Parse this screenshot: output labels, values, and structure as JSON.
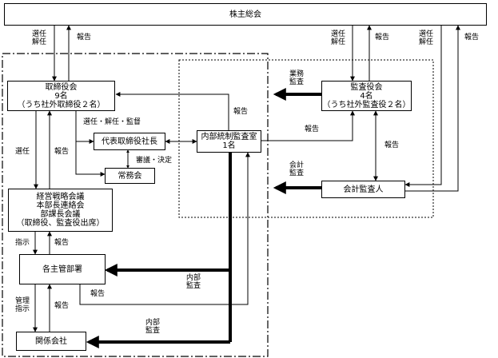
{
  "nodes": {
    "shareholders": {
      "label": "株主総会"
    },
    "board": {
      "line1": "取締役会",
      "line2": "9名",
      "line3": "（うち社外取締役２名）"
    },
    "president": {
      "label": "代表取締役社長"
    },
    "executive_committee": {
      "label": "常務会"
    },
    "strategy_meeting": {
      "line1": "経営戦略会議",
      "line2": "本部長連絡会",
      "line3": "部課長会議",
      "line4": "（取締役、監査役出席）"
    },
    "departments": {
      "label": "各主管部署"
    },
    "affiliates": {
      "label": "関係会社"
    },
    "audit_office": {
      "line1": "内部統制監査室",
      "line2": "1名"
    },
    "auditors": {
      "line1": "監査役会",
      "line2": "4名",
      "line3": "（うち社外監査役２名）"
    },
    "accounting_auditor": {
      "label": "会計監査人"
    }
  },
  "labels": {
    "elect_dismiss_1": [
      "選任",
      "解任"
    ],
    "report_1": "報告",
    "elect_dismiss_2": [
      "選任",
      "解任"
    ],
    "report_2": "報告",
    "elect_dismiss_3": [
      "選任",
      "解任"
    ],
    "report_3": "報告",
    "business_audit": [
      "業務",
      "監査"
    ],
    "report_audit_to_board": "報告",
    "report_audit_to_auditors": "報告",
    "elect_dismiss_supervise": "選任・解任・監督",
    "deliberate_decide": "審議・決定",
    "report_auditors_accounting": "報告",
    "accounting_audit": [
      "会計",
      "監査"
    ],
    "elect_board_strategy": "選任",
    "report_strategy_board": "報告",
    "instruct": "指示",
    "report_dept_strategy": "報告",
    "internal_audit_1": [
      "内部",
      "監査"
    ],
    "report_dept_audit": "報告",
    "manage_instruct": [
      "管理",
      "指示"
    ],
    "report_affiliates": "報告",
    "internal_audit_2": [
      "内部",
      "監査"
    ]
  }
}
